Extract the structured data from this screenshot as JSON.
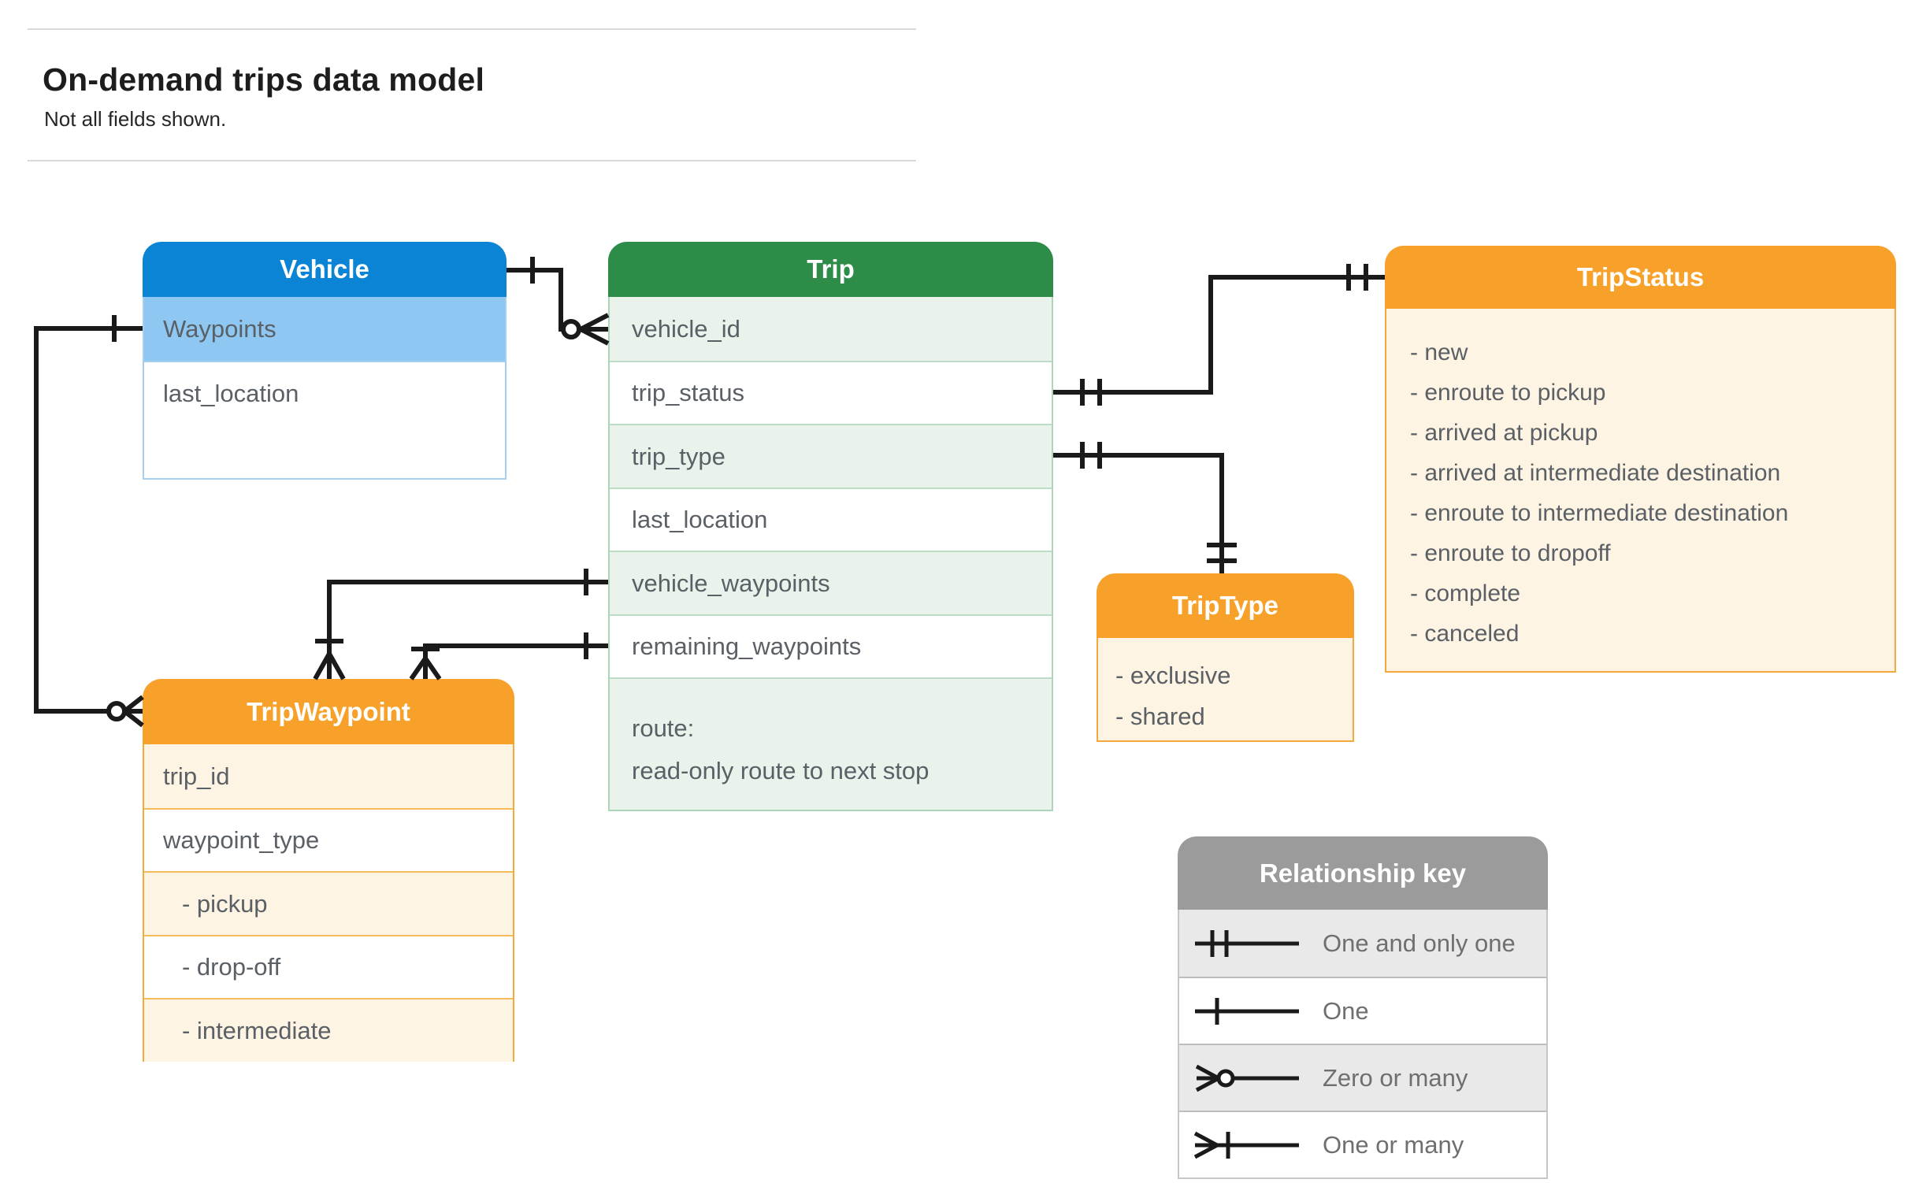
{
  "page": {
    "title": "On-demand trips data model",
    "subtitle": "Not all fields shown."
  },
  "colors": {
    "vehicle_header": "#0b84d5",
    "vehicle_highlight_row": "#8dc7f2",
    "trip_header": "#2c8c48",
    "trip_row_tint": "#e9f3ec",
    "enum_header": "#f8a12a",
    "enum_row_tint": "#fdf4e3",
    "legend_header": "#9b9b9b",
    "legend_row_tint": "#e9e9e9",
    "connector": "#1a1a1a",
    "field_text": "#5a6066"
  },
  "entities": {
    "vehicle": {
      "title": "Vehicle",
      "rows": [
        "Waypoints",
        "last_location"
      ]
    },
    "trip": {
      "title": "Trip",
      "fields": [
        "vehicle_id",
        "trip_status",
        "trip_type",
        "last_location",
        "vehicle_waypoints",
        "remaining_waypoints"
      ],
      "route_field": {
        "line1": "route:",
        "line2": "read-only route to next stop"
      }
    },
    "trip_status": {
      "title": "TripStatus",
      "values": [
        "- new",
        "- enroute to pickup",
        "- arrived at pickup",
        "- arrived at intermediate destination",
        "- enroute to intermediate destination",
        "- enroute to dropoff",
        "- complete",
        "- canceled"
      ]
    },
    "trip_type": {
      "title": "TripType",
      "values": [
        "- exclusive",
        "- shared"
      ]
    },
    "trip_waypoint": {
      "title": "TripWaypoint",
      "rows": [
        "trip_id",
        "waypoint_type",
        "- pickup",
        "- drop-off",
        "- intermediate"
      ]
    }
  },
  "legend": {
    "title": "Relationship key",
    "rows": [
      {
        "symbol": "one-and-only-one",
        "label": "One and only one"
      },
      {
        "symbol": "one",
        "label": "One"
      },
      {
        "symbol": "zero-or-many",
        "label": "Zero or many"
      },
      {
        "symbol": "one-or-many",
        "label": "One or many"
      }
    ]
  },
  "relationships": [
    {
      "from": "Vehicle",
      "to": "Trip.vehicle_id",
      "from_cardinality": "one",
      "to_cardinality": "zero-or-many"
    },
    {
      "from": "Trip.trip_status",
      "to": "TripStatus",
      "from_cardinality": "one-and-only-one",
      "to_cardinality": "one-and-only-one"
    },
    {
      "from": "Trip.trip_type",
      "to": "TripType",
      "from_cardinality": "one-and-only-one",
      "to_cardinality": "one-and-only-one"
    },
    {
      "from": "Trip.vehicle_waypoints",
      "to": "TripWaypoint",
      "from_cardinality": "one",
      "to_cardinality": "one-or-many"
    },
    {
      "from": "Trip.remaining_waypoints",
      "to": "TripWaypoint",
      "from_cardinality": "one",
      "to_cardinality": "one-or-many"
    },
    {
      "from": "Vehicle.Waypoints",
      "to": "TripWaypoint",
      "from_cardinality": "one",
      "to_cardinality": "zero-or-many"
    }
  ]
}
